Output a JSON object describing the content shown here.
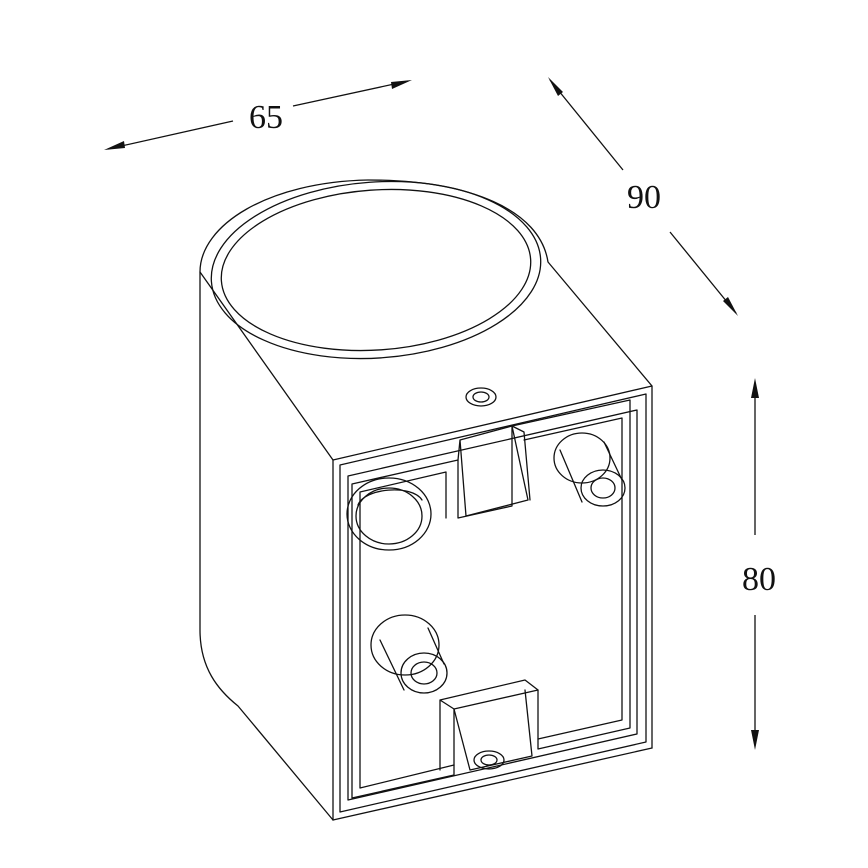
{
  "dimensions": {
    "width_label": "65",
    "depth_label": "90",
    "height_label": "80"
  },
  "colors": {
    "line": "#111111",
    "background": "#ffffff"
  }
}
